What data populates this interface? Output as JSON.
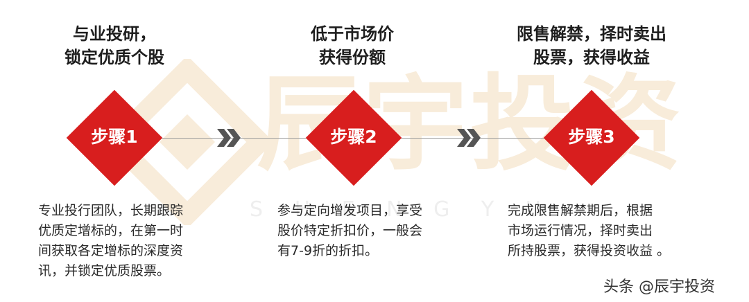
{
  "watermark": {
    "brand": "辰宇投资",
    "latin": "S H E N G Y U",
    "icon": "diamond-logo-icon"
  },
  "steps": [
    {
      "title_lines": [
        "与业投研，",
        "锁定优质个股"
      ],
      "label": "步骤1",
      "desc_lines": [
        "专业投行团队，长期跟踪",
        "优质定增标的，在第一时",
        "间获取各定增标的深度资",
        "讯，并锁定优质股票。"
      ]
    },
    {
      "title_lines": [
        "低于市场价",
        "获得份额"
      ],
      "label": "步骤2",
      "desc_lines": [
        "参与定向增发项目，享受",
        "股价特定折扣价，一般会",
        "有7-9折的折扣。"
      ]
    },
    {
      "title_lines": [
        "限售解禁，择时卖出",
        "股票，获得收益"
      ],
      "label": "步骤3",
      "desc_lines": [
        "完成限售解禁期后，根据",
        "市场运行情况，择时卖出",
        "所持股票，获得投资收益 。"
      ]
    }
  ],
  "connector_icon": "double-chevron-right-icon",
  "credit": "头条 @辰宇投资",
  "colors": {
    "accent": "#d81e1e",
    "text": "#1e1e1e",
    "line": "#9a9a9a",
    "chevron": "#555555"
  }
}
